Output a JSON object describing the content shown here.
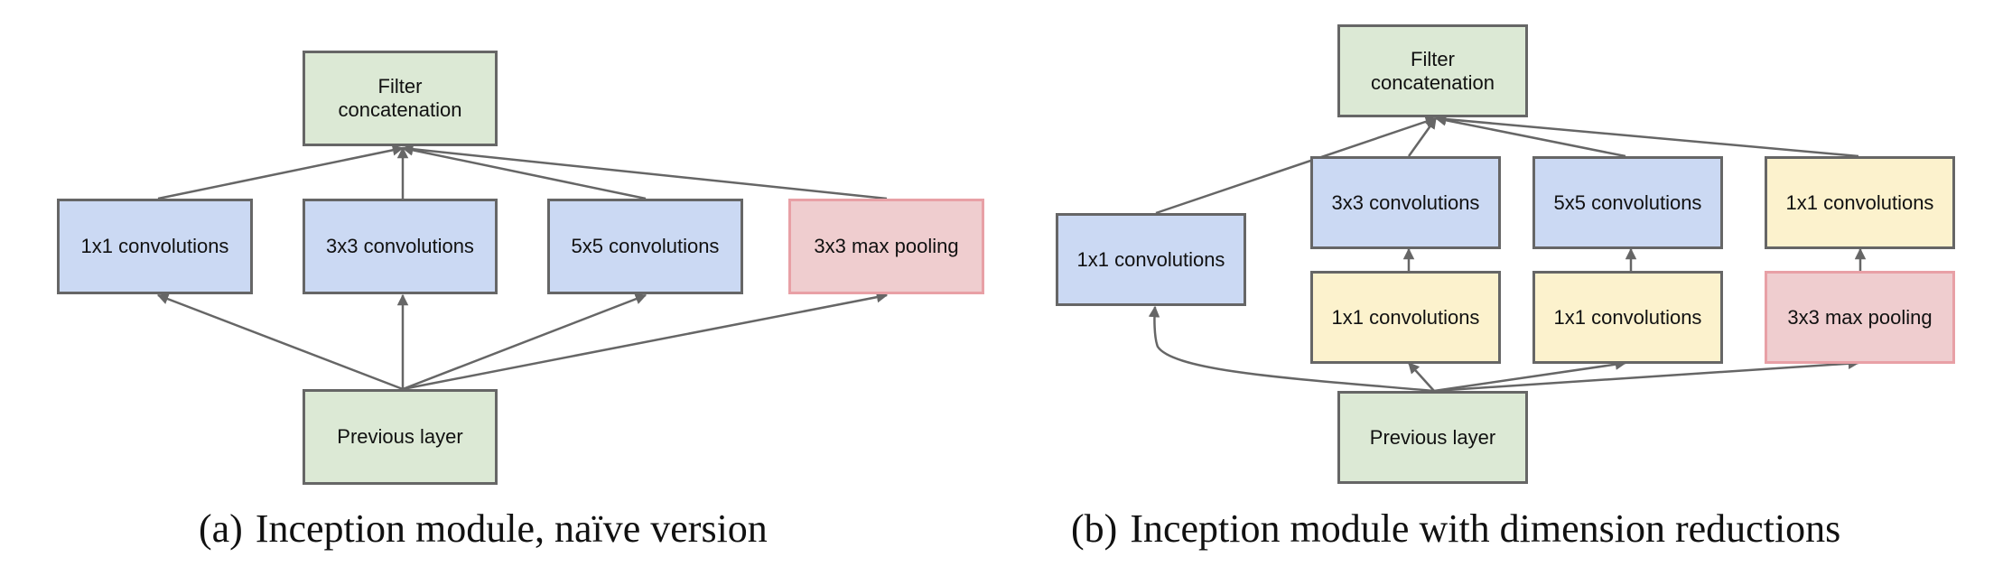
{
  "panel_a": {
    "filter_concat": "Filter\nconcatenation",
    "conv1x1": "1x1 convolutions",
    "conv3x3": "3x3 convolutions",
    "conv5x5": "5x5 convolutions",
    "maxpool": "3x3 max pooling",
    "previous": "Previous layer",
    "caption_letter": "(a)",
    "caption_text": "Inception module, naïve version"
  },
  "panel_b": {
    "filter_concat": "Filter\nconcatenation",
    "conv1x1_direct": "1x1 convolutions",
    "conv3x3": "3x3 convolutions",
    "conv5x5": "5x5 convolutions",
    "conv1x1_after_pool": "1x1 convolutions",
    "reduce_3x3": "1x1 convolutions",
    "reduce_5x5": "1x1 convolutions",
    "maxpool": "3x3 max pooling",
    "previous": "Previous layer",
    "caption_letter": "(b)",
    "caption_text": "Inception module with dimension reductions"
  },
  "colors": {
    "layer_green": "#dce9d5",
    "conv_blue": "#cbd9f3",
    "reduce_yellow": "#fcf2cd",
    "pool_red": "#efcdcf",
    "pool_border": "#e8a0a6",
    "edge_gray": "#666666"
  }
}
